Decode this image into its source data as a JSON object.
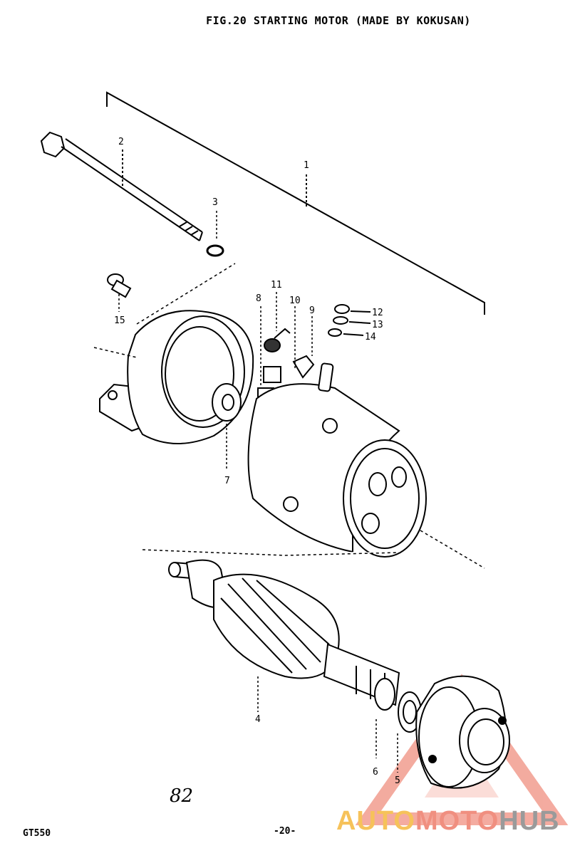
{
  "page": {
    "title": "FIG.20  STARTING MOTOR (MADE BY KOKUSAN)",
    "model": "GT550",
    "page_number": "-20-",
    "handwritten_note": "82"
  },
  "callouts": [
    {
      "id": "callout-1",
      "label": "1"
    },
    {
      "id": "callout-2",
      "label": "2"
    },
    {
      "id": "callout-3",
      "label": "3"
    },
    {
      "id": "callout-4",
      "label": "4"
    },
    {
      "id": "callout-5",
      "label": "5"
    },
    {
      "id": "callout-6",
      "label": "6"
    },
    {
      "id": "callout-7",
      "label": "7"
    },
    {
      "id": "callout-8",
      "label": "8"
    },
    {
      "id": "callout-9",
      "label": "9"
    },
    {
      "id": "callout-10",
      "label": "10"
    },
    {
      "id": "callout-11",
      "label": "11"
    },
    {
      "id": "callout-12",
      "label": "12"
    },
    {
      "id": "callout-13",
      "label": "13"
    },
    {
      "id": "callout-14",
      "label": "14"
    },
    {
      "id": "callout-15",
      "label": "15"
    }
  ],
  "watermark": {
    "part1": "AUTO",
    "part2": "MOTO",
    "part3": "HUB",
    "colors": {
      "part1": "#f6c25a",
      "part2": "#f08f80",
      "part3": "#9a9a9a",
      "triangle": "#f08f80"
    }
  }
}
